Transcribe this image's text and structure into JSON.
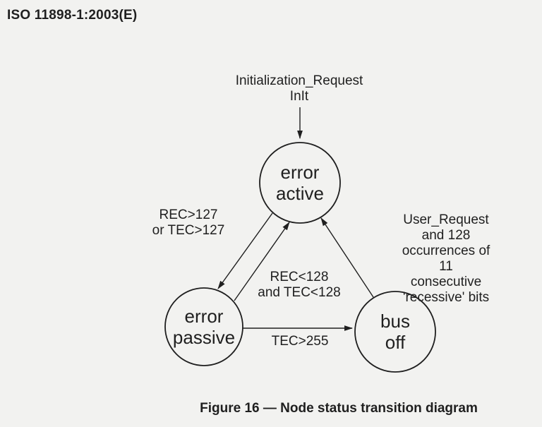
{
  "colors": {
    "ink": "#1f1f1f",
    "background": "#f2f2f0"
  },
  "page": {
    "header": "ISO 11898-1:2003(E)",
    "caption": "Figure 16 — Node status transition diagram"
  },
  "diagram": {
    "states": [
      {
        "name": "error active",
        "label": "error\nactive"
      },
      {
        "name": "error passive",
        "label": "error\npassive"
      },
      {
        "name": "bus off",
        "label": "bus\noff"
      }
    ],
    "transitions": [
      {
        "from": "init",
        "to": "error active",
        "label": "Initialization_Request\nInIt"
      },
      {
        "from": "error active",
        "to": "error passive",
        "label": "REC>127\nor TEC>127"
      },
      {
        "from": "error passive",
        "to": "error active",
        "label": "REC<128\nand TEC<128"
      },
      {
        "from": "bus off",
        "to": "error active",
        "label": "User_Request\nand 128 occurrences of 11\nconsecutive 'recessive' bits"
      },
      {
        "from": "error passive",
        "to": "bus off",
        "label": "TEC>255"
      }
    ]
  }
}
